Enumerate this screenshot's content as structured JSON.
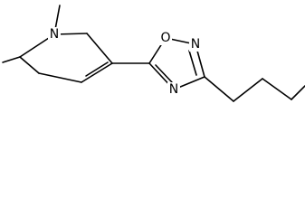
{
  "molecule": {
    "atom_labels": {
      "n_ring": "N",
      "o_oxadiazole": "O",
      "n2_oxadiazole": "N",
      "n4_oxadiazole": "N"
    }
  },
  "colors": {
    "bond": "#000000",
    "background": "#ffffff"
  }
}
